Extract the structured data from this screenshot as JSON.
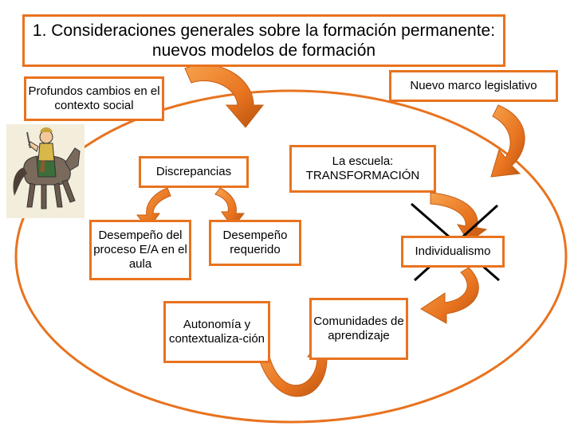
{
  "slide": {
    "title": "1. Consideraciones generales sobre la formación permanente: nuevos modelos de formación",
    "boxes": {
      "cambios": "Profundos cambios en el contexto social",
      "marco": "Nuevo marco legislativo",
      "escuela": "La escuela: TRANSFORMACIÓN",
      "discrepancias": "Discrepancias",
      "desempeno_aula": "Desempeño del proceso E/A en el aula",
      "desempeno_requerido": "Desempeño requerido",
      "individualismo": "Individualismo",
      "autonomia": "Autonomía y contextualiza-ción",
      "comunidades": "Comunidades de aprendizaje"
    }
  },
  "colors": {
    "box_border": "#E8731F",
    "arrow_fill": "#E8731F",
    "ellipse_stroke": "#E8731F",
    "cross": "#000000"
  },
  "icons": [
    "knight-on-horse-clipart"
  ]
}
